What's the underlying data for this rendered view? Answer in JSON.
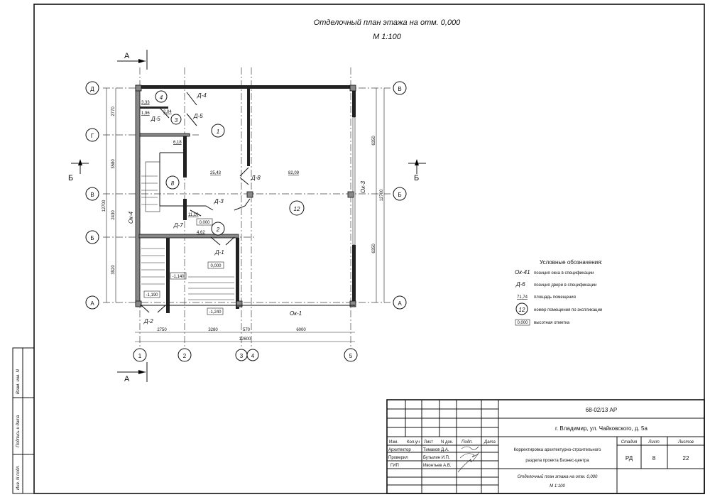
{
  "drawing": {
    "title": "Отделочный план этажа на отм. 0,000",
    "scale": "М 1:100",
    "section_marks": {
      "a": "А",
      "b": "Б"
    },
    "axes_rows": [
      "Д",
      "Г",
      "В",
      "Б",
      "А"
    ],
    "axes_rows_right": [
      "В",
      "Б",
      "А"
    ],
    "axes_cols": [
      "1",
      "2",
      "3",
      "4",
      "5"
    ],
    "dims_left": [
      "2770",
      "3580",
      "2430",
      "3920"
    ],
    "dims_left_total": "12700",
    "dims_right": [
      "6350",
      "6350"
    ],
    "dims_right_total": "12700",
    "dims_bottom": [
      "2750",
      "3280",
      "570",
      "6000"
    ],
    "dims_bottom_total": "12600",
    "rooms": [
      "4",
      "3",
      "1",
      "8",
      "2",
      "12"
    ],
    "areas": [
      "3,33",
      "1,96",
      "2,04",
      "6,18",
      "25,43",
      "82,09",
      "11,10",
      "4,62"
    ],
    "elevations": [
      "0,000",
      "0,000",
      "-1,140",
      "-1,190",
      "-1,240"
    ],
    "doors": [
      "Д-4",
      "Д-5",
      "Д-5",
      "Д-8",
      "Д-3",
      "Д-7",
      "Д-1",
      "Д-2"
    ],
    "windows": [
      "Ок-4",
      "Ок-3",
      "Ок-1"
    ]
  },
  "legend": {
    "title": "Условные обозначения:",
    "items": [
      {
        "symbol": "Ок-41",
        "text": "позиция окна в спецификации"
      },
      {
        "symbol": "Д-6",
        "text": "позиция двери в спецификации"
      },
      {
        "symbol": "71,74",
        "text": "площадь помещения"
      },
      {
        "symbol": "12",
        "text": "номер помещения по экспликации"
      },
      {
        "symbol": "0,000",
        "text": "высотная отметка"
      }
    ]
  },
  "stamp_side": [
    "Взам. инв. N",
    "Подпись и дата",
    "Инв. N подл."
  ],
  "title_block": {
    "code": "68-02/13 АР",
    "address": "г. Владимир, ул. Чайковского, д. 5а",
    "project": [
      "Корректировка архитектурно-строительного",
      "раздела проекта Бизнес-центра"
    ],
    "sheet_title": [
      "Отделочный план этажа на отм. 0,000",
      "М 1:100"
    ],
    "headers": [
      "Изм.",
      "Кол.уч",
      "Лист",
      "N док.",
      "Подп.",
      "Дата"
    ],
    "roles": [
      {
        "role": "Архитектор",
        "name": "Тимаков Д.А."
      },
      {
        "role": "Проверил",
        "name": "Бутылин И.П."
      },
      {
        "role": "ГИП",
        "name": "Ивонтьев А.В."
      }
    ],
    "stage_label": "Стадия",
    "sheet_label": "Лист",
    "sheets_label": "Листов",
    "stage": "РД",
    "sheet": "8",
    "sheets": "22"
  }
}
